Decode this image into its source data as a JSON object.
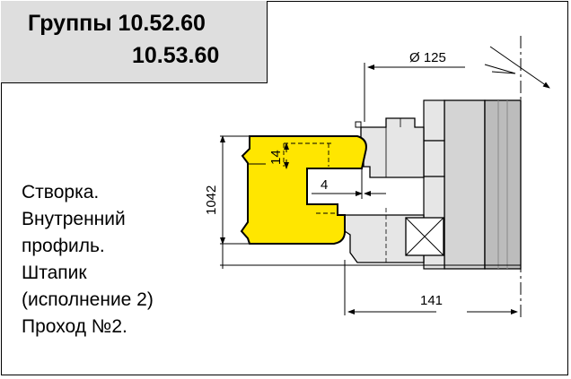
{
  "header": {
    "line1": "Группы 10.52.60",
    "line2": "10.53.60"
  },
  "description": [
    "Створка.",
    "Внутренний",
    "профиль.",
    "Штапик",
    "(исполнение 2)",
    "Проход №2."
  ],
  "dimensions": {
    "diameter": "Ø 125",
    "height": "1042",
    "depth": "14",
    "gap": "4",
    "length": "141"
  },
  "colors": {
    "profile_fill": "#ffe600",
    "header_bg": "#dedede",
    "cutter_fill": "#e6e6e6",
    "shaft_fill": "#c8c8c8"
  }
}
